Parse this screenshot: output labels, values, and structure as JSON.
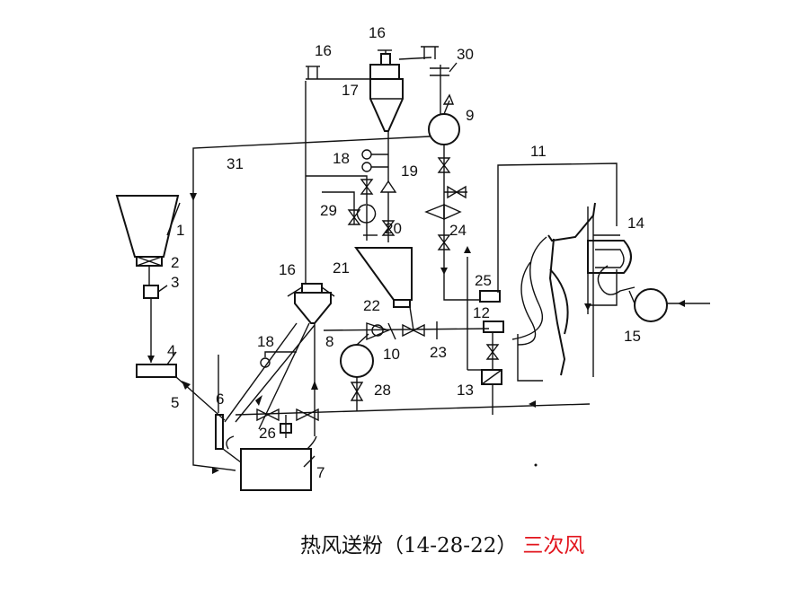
{
  "diagram": {
    "labels": {
      "n1": "1",
      "n2": "2",
      "n3": "3",
      "n4": "4",
      "n5": "5",
      "n6": "6",
      "n7": "7",
      "n8": "8",
      "n9": "9",
      "n10": "10",
      "n11": "11",
      "n12": "12",
      "n13": "13",
      "n14": "14",
      "n15": "15",
      "n16a": "16",
      "n16b": "16",
      "n16c": "16",
      "n17": "17",
      "n18a": "18",
      "n18b": "18",
      "n19": "19",
      "n20": "20",
      "n21": "21",
      "n22": "22",
      "n23": "23",
      "n24": "24",
      "n25": "25",
      "n26": "26",
      "n28": "28",
      "n29": "29",
      "n30": "30",
      "n31": "31"
    }
  },
  "caption": {
    "main": "热风送粉（14-28-22）",
    "highlight": "三次风",
    "highlight_color": "#e2141c"
  }
}
